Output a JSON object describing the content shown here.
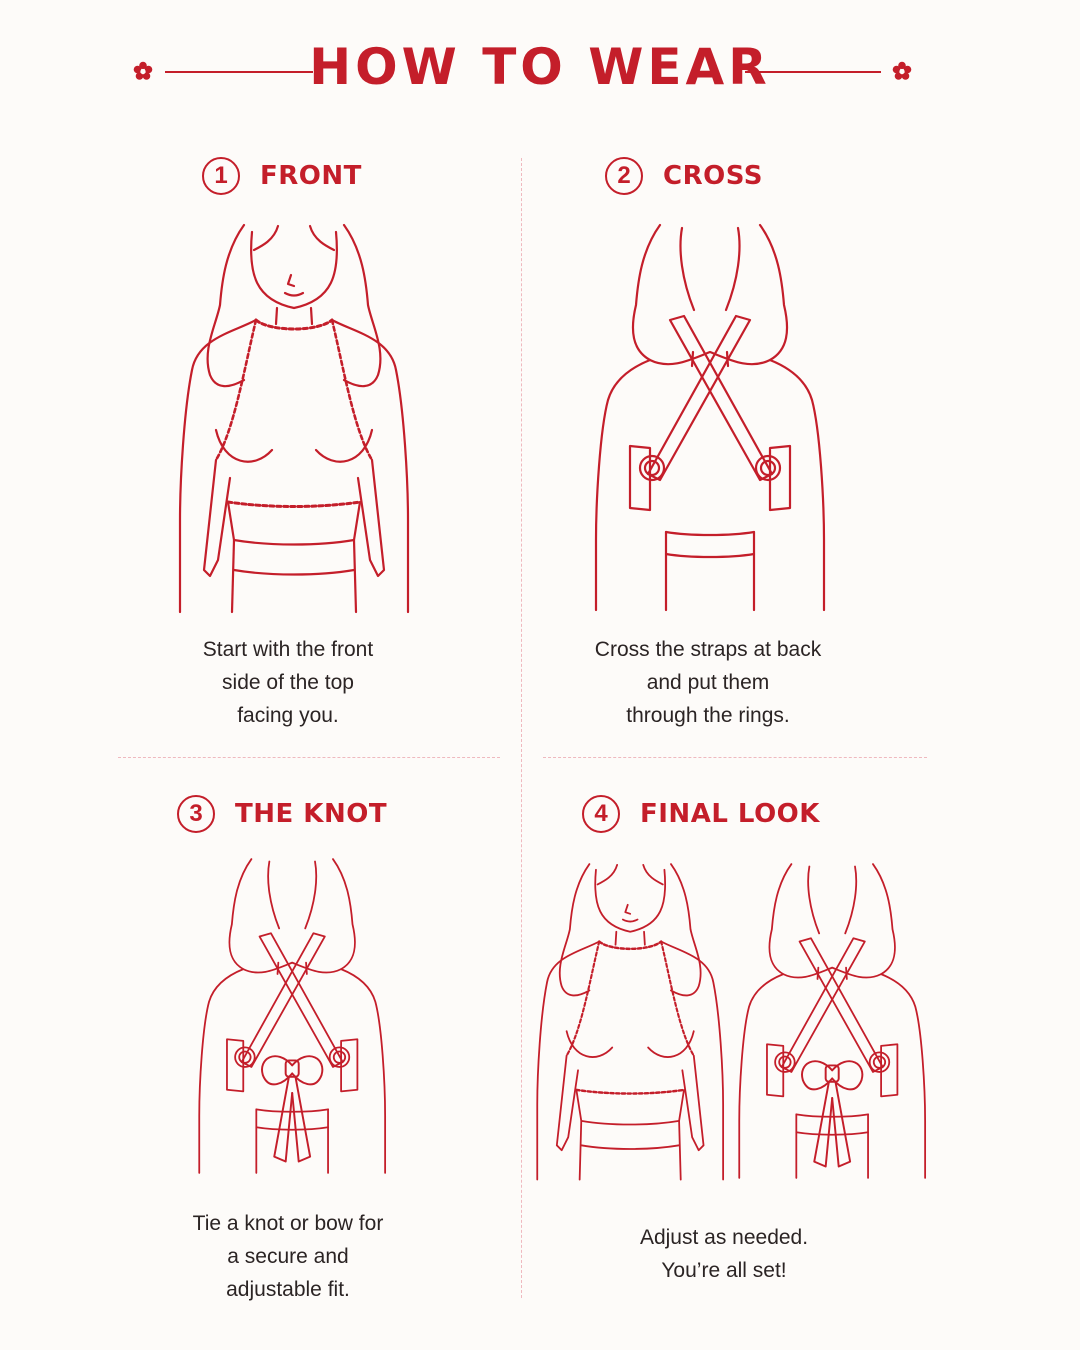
{
  "title": "HOW TO WEAR",
  "colors": {
    "accent": "#c41e2a",
    "divider": "#efb9bf",
    "text": "#2b2424",
    "background": "#fdfbf9"
  },
  "steps": [
    {
      "number": "1",
      "title": "FRONT",
      "caption": "Start with the front\nside of the top\nfacing you."
    },
    {
      "number": "2",
      "title": "CROSS",
      "caption": "Cross the straps at back\nand put them\nthrough the rings."
    },
    {
      "number": "3",
      "title": "THE KNOT",
      "caption": "Tie a knot or bow for\na secure and\nadjustable fit."
    },
    {
      "number": "4",
      "title": "FINAL LOOK",
      "caption": "Adjust as needed.\nYou’re all set!"
    }
  ]
}
